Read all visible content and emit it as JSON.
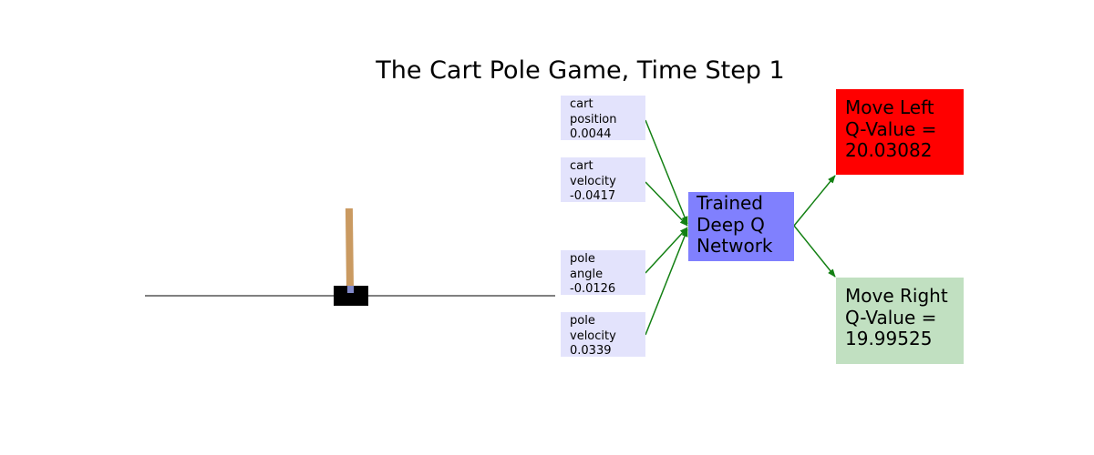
{
  "title": "The Cart Pole Game, Time Step 1",
  "inputs": {
    "cart_position": {
      "label": "cart\nposition\n0.0044",
      "value": 0.0044
    },
    "cart_velocity": {
      "label": "cart\nvelocity\n-0.0417",
      "value": -0.0417
    },
    "pole_angle": {
      "label": "pole\nangle\n-0.0126",
      "value": -0.0126
    },
    "pole_velocity": {
      "label": "pole\nvelocity\n0.0339",
      "value": 0.0339
    }
  },
  "network": {
    "label": "Trained\nDeep Q\nNetwork"
  },
  "outputs": {
    "move_left": {
      "label": "Move Left\nQ-Value =\n20.03082",
      "q_value": 20.03082
    },
    "move_right": {
      "label": "Move Right\nQ-Value =\n19.99525",
      "q_value": 19.99525
    }
  },
  "colors": {
    "input_box": "#e3e3fc",
    "network_box": "#8080fe",
    "move_left_box": "#ff0000",
    "move_right_box": "#c1e0c1",
    "arrow": "#138013",
    "cart": "#000000",
    "pole": "#ca9a61",
    "axle": "#8189c9",
    "track": "#000000"
  }
}
